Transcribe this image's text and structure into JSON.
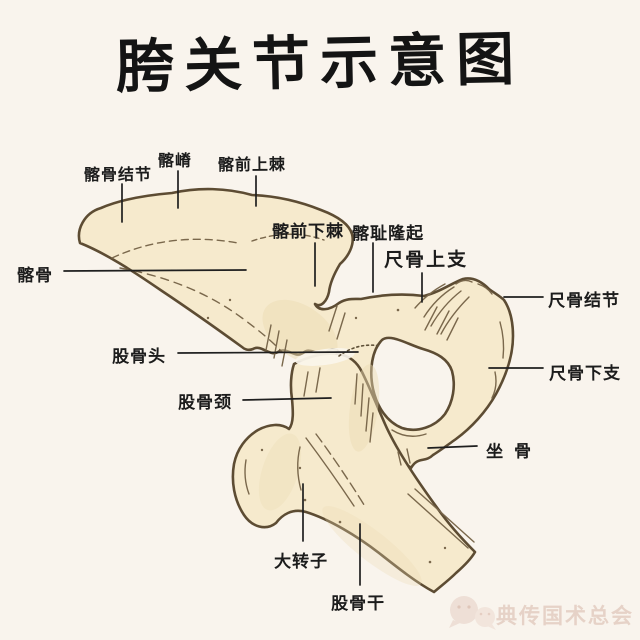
{
  "title": "胯关节示意图",
  "colors": {
    "background": "#f9f4ed",
    "bone_fill": "#f6eacd",
    "bone_outline": "#5d4c33",
    "sketch_line": "#7a684c",
    "label_text": "#1c1c1c",
    "leader_line": "#1f1f1f",
    "watermark": "#e6d2c7"
  },
  "annotations": {
    "iliac_tubercle": "髂骨结节",
    "iliac_crest": "髂嵴",
    "anterior_superior_iliac_spine": "髂前上棘",
    "anterior_inferior_iliac_spine": "髂前下棘",
    "iliopubic_eminence": "髂耻隆起",
    "pubic_superior_ramus": "尺骨上支",
    "pubic_tubercle": "尺骨结节",
    "pubic_inferior_ramus": "尺骨下支",
    "ilium": "髂骨",
    "femoral_head": "股骨头",
    "femoral_neck": "股骨颈",
    "ischium": "坐骨",
    "greater_trochanter": "大转子",
    "femoral_shaft": "股骨干"
  },
  "watermark": {
    "text": "典传国术总会",
    "icon": "chat-bubbles-logo-icon"
  }
}
